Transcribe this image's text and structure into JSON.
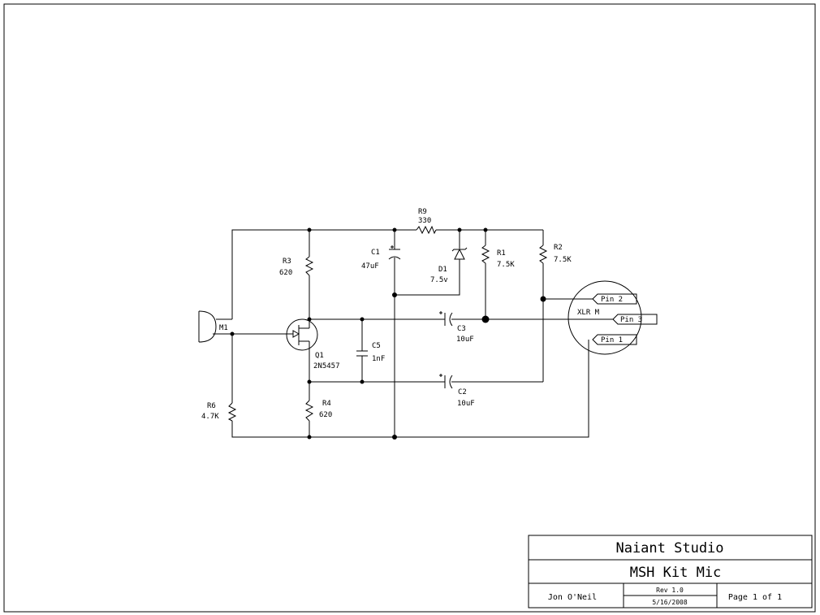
{
  "components": {
    "r9": {
      "ref": "R9",
      "value": "330"
    },
    "c1": {
      "ref": "C1",
      "value": "47uF"
    },
    "d1": {
      "ref": "D1",
      "value": "7.5v"
    },
    "r1": {
      "ref": "R1",
      "value": "7.5K"
    },
    "r2": {
      "ref": "R2",
      "value": "7.5K"
    },
    "r3": {
      "ref": "R3",
      "value": "620"
    },
    "r4": {
      "ref": "R4",
      "value": "620"
    },
    "r6": {
      "ref": "R6",
      "value": "4.7K"
    },
    "m1": {
      "ref": "M1"
    },
    "q1": {
      "ref": "Q1",
      "value": "2N5457"
    },
    "c5": {
      "ref": "C5",
      "value": "1nF"
    },
    "c3": {
      "ref": "C3",
      "value": "10uF"
    },
    "c2": {
      "ref": "C2",
      "value": "10uF"
    }
  },
  "connector": {
    "name": "XLR M",
    "pins": [
      "Pin 2",
      "Pin 3",
      "Pin 1"
    ]
  },
  "title_block": {
    "company": "Naiant Studio",
    "title": "MSH Kit Mic",
    "author": "Jon O'Neil",
    "rev": "Rev 1.0",
    "date": "5/16/2008",
    "page": "Page 1 of 1"
  }
}
